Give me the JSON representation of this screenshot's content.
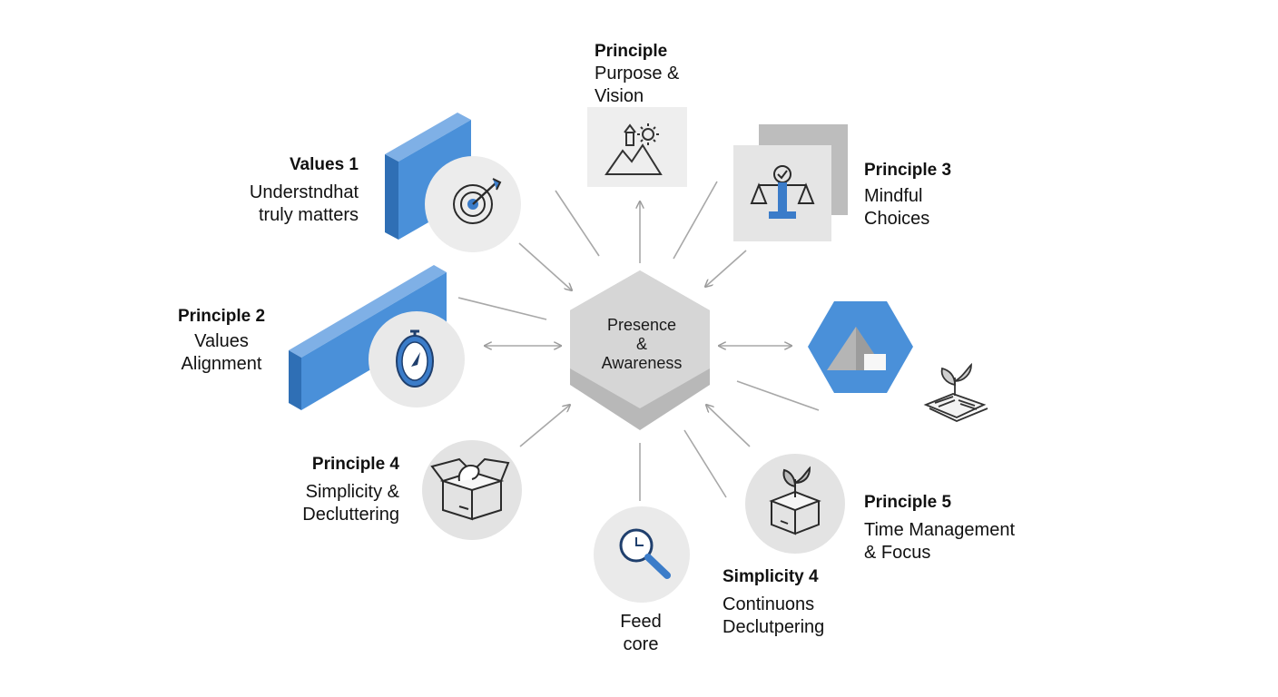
{
  "core": {
    "line1": "Presence",
    "line2": "&",
    "line3": "Awareness"
  },
  "nodes": {
    "purpose": {
      "title": "Principle",
      "line1": "Purpose &",
      "line2": "Vision",
      "icon": "mountain-lighthouse-sun-icon"
    },
    "values1": {
      "title": "Values 1",
      "line1": "Understndhat",
      "line2": "truly matters",
      "icon": "target-arrow-icon"
    },
    "principle3": {
      "title": "Principle 3",
      "line1": "Mindful",
      "line2": "Choices",
      "icon": "balance-scale-icon"
    },
    "principle2": {
      "title": "Principle 2",
      "line1": "Values",
      "line2": "Alignment",
      "icon": "compass-icon"
    },
    "growth": {
      "icon": "open-book-sprout-icon"
    },
    "principle4": {
      "title": "Principle 4",
      "line1": "Simplicity &",
      "line2": "Decluttering",
      "icon": "open-box-icon"
    },
    "feed": {
      "line1": "Feed",
      "line2": "core",
      "icon": "magnifier-clock-icon"
    },
    "principle5": {
      "title": "Principle 5",
      "line1": "Time Management",
      "line2": "& Focus",
      "icon": "box-sprout-icon"
    },
    "simplicity4": {
      "title": "Simplicity 4",
      "line1": "Continuons",
      "line2": "Declutpering"
    }
  },
  "colors": {
    "accent": "#4a90d9",
    "accent_dark": "#2f6fb5",
    "core": "#d3d3d3",
    "circle": "#ececec",
    "arrow": "#a8a8a8"
  }
}
